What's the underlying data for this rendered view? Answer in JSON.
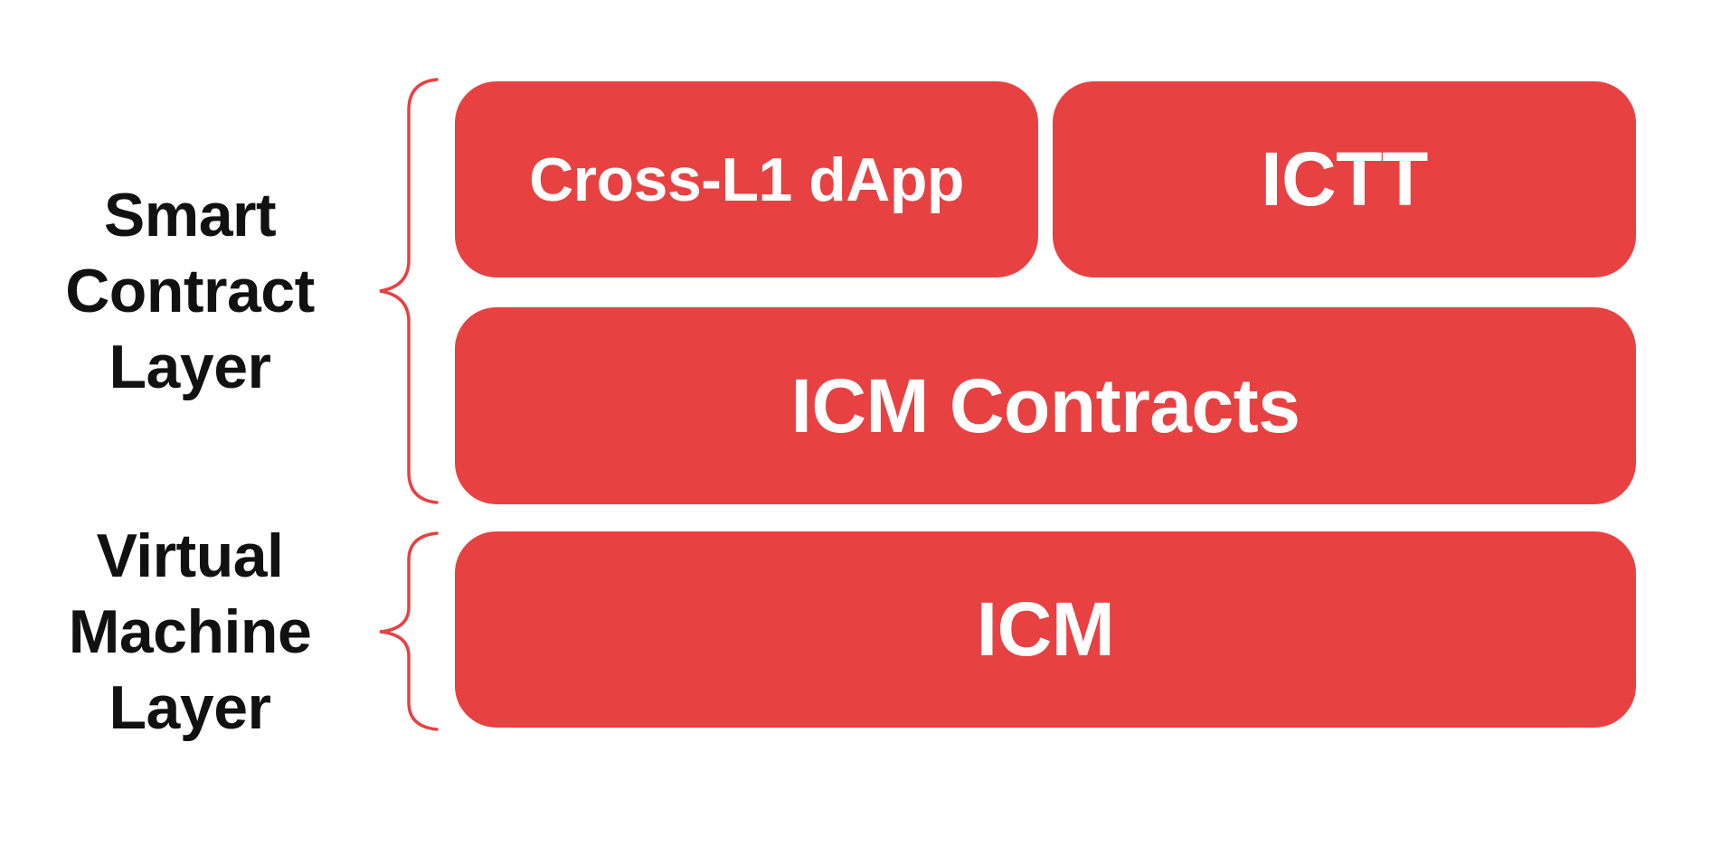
{
  "colors": {
    "accent": "#E84142",
    "box_text": "#FFFFFF",
    "label_text": "#111111",
    "canvas_background": "#FFFFFF"
  },
  "layers": {
    "smart_contract": {
      "label": "Smart Contract Layer"
    },
    "virtual_machine": {
      "label": "Virtual Machine Layer"
    }
  },
  "boxes": {
    "cross_l1_dapp": {
      "label": "Cross-L1 dApp"
    },
    "ictt": {
      "label": "ICTT"
    },
    "icm_contracts": {
      "label": "ICM Contracts"
    },
    "icm": {
      "label": "ICM"
    }
  }
}
